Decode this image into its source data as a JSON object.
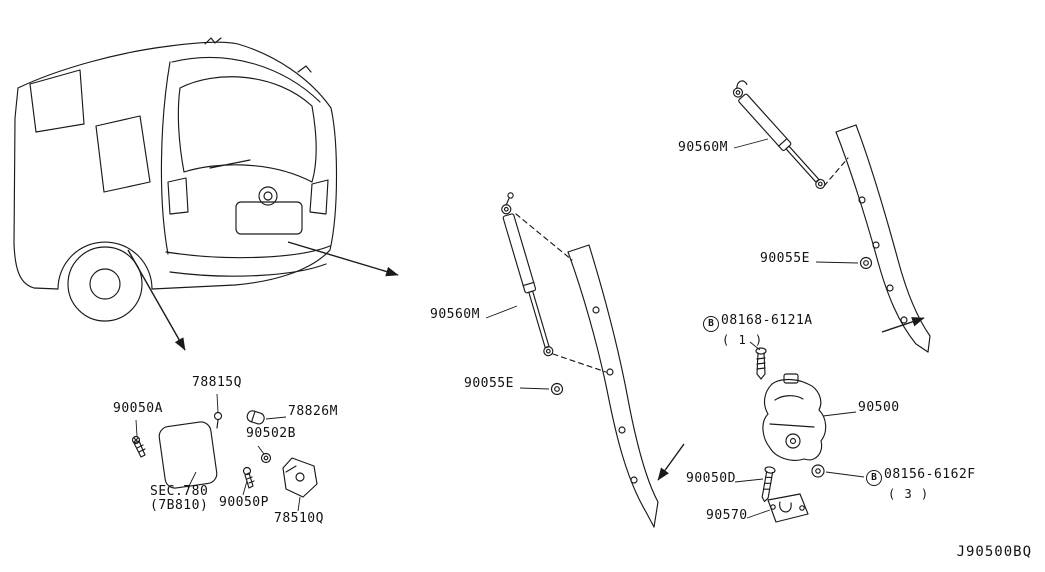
{
  "diagram": {
    "code": "J90500BQ"
  },
  "parts": {
    "strut_right": {
      "label": "90560M"
    },
    "grommet_right": {
      "label": "90055E"
    },
    "strut_mid": {
      "label": "90560M"
    },
    "grommet_mid": {
      "label": "90055E"
    },
    "bolt_b1": {
      "prefix": "B",
      "label": "08168-6121A",
      "qty": "( 1 )"
    },
    "lock": {
      "label": "90500"
    },
    "bolt_b2": {
      "prefix": "B",
      "label": "08156-6162F",
      "qty": "( 3 )"
    },
    "bolt_d": {
      "label": "90050D"
    },
    "striker": {
      "label": "90570"
    },
    "clip": {
      "label": "78815Q"
    },
    "screw_a": {
      "label": "90050A"
    },
    "bumper_rubber": {
      "label": "78826M"
    },
    "grommet_b": {
      "label": "90502B"
    },
    "sec_ref": {
      "label": "SEC.780",
      "sub": "(7B810)"
    },
    "screw_p": {
      "label": "90050P"
    },
    "bracket": {
      "label": "78510Q"
    }
  }
}
